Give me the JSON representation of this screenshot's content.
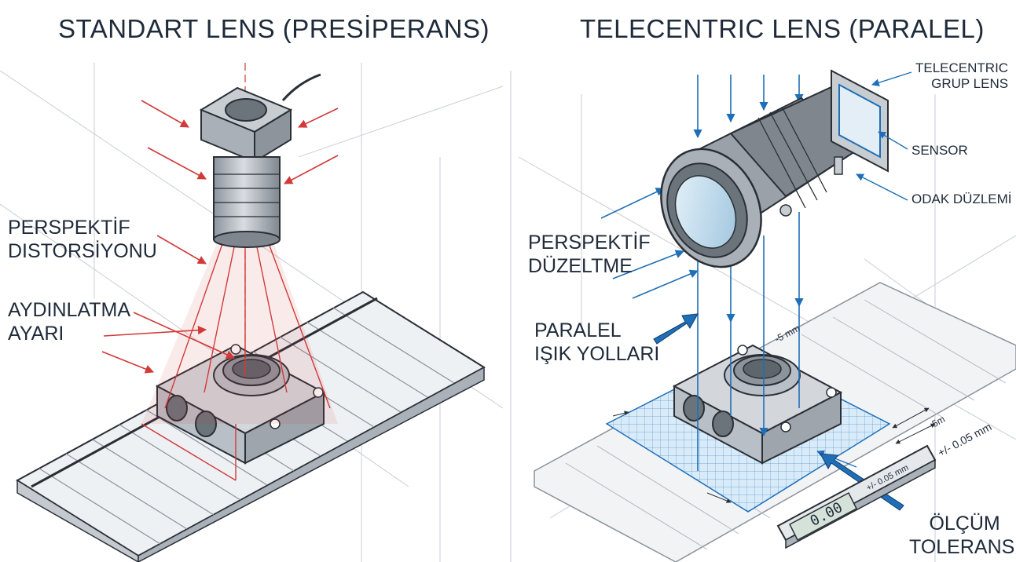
{
  "left_panel": {
    "title": "STANDART LENS (PRESİPERANS)",
    "labels": {
      "distortion_line1": "PERSPEKTİF",
      "distortion_line2": "DISTORSİYONU",
      "lighting_line1": "AYDINLATMA",
      "lighting_line2": "AYARI"
    }
  },
  "right_panel": {
    "title": "TELECENTRIC LENS (PARALEL)",
    "labels": {
      "group_lens_line1": "TELECENTRIC",
      "group_lens_line2": "GRUP LENS",
      "sensor": "SENSOR",
      "focal_plane": "ODAK DÜZLEMİ",
      "correction_line1": "PERSPEKTİF",
      "correction_line2": "DÜZELTME",
      "parallel_line1": "PARALEL",
      "parallel_line2": "IŞIK YOLLARI",
      "tolerance_line1": "ÖLÇÜM",
      "tolerance_line2": "TOLERANSI"
    },
    "dimensions": {
      "top": "-5 mm",
      "side_small": "5m",
      "side": "+/- 0.05 mm",
      "gauge": "+/- 0.05 mm",
      "readout": "0.00"
    }
  },
  "colors": {
    "red_ray": "#d23a3a",
    "blue_ray": "#1f6fb8",
    "part_gray": "#b9bfc6",
    "outline": "#2a2f36"
  }
}
